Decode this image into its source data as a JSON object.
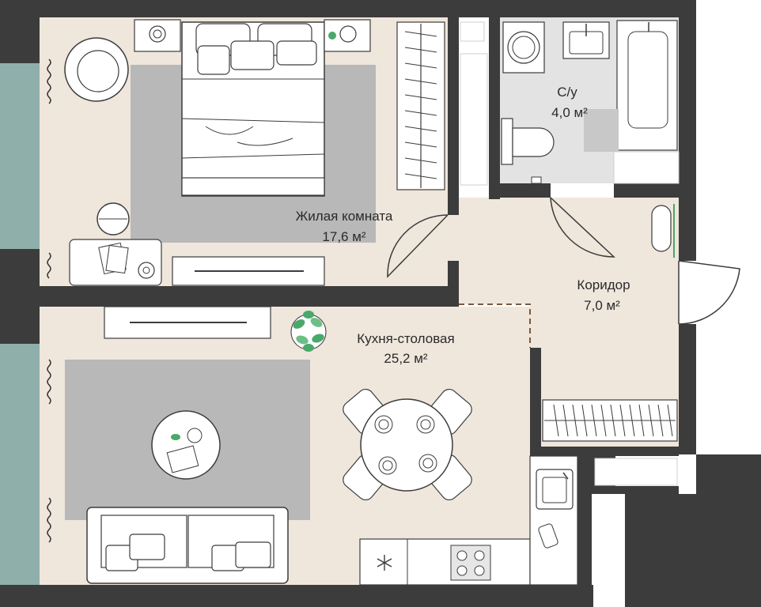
{
  "plan": {
    "rooms": [
      {
        "id": "living-room",
        "name": "Жилая комната",
        "area": "17,6 м²"
      },
      {
        "id": "bathroom",
        "name": "С/у",
        "area": "4,0 м²"
      },
      {
        "id": "corridor",
        "name": "Коридор",
        "area": "7,0 м²"
      },
      {
        "id": "kitchen-dining",
        "name": "Кухня-столовая",
        "area": "25,2 м²"
      }
    ]
  },
  "colors": {
    "wall": "#3c3c3c",
    "floor": "#efe6dc",
    "tile": "#e3e3e3",
    "rug": "#b8b8b8",
    "window": "#8fafab",
    "furniture": "#ffffff",
    "accent_green": "#4aa86a"
  }
}
